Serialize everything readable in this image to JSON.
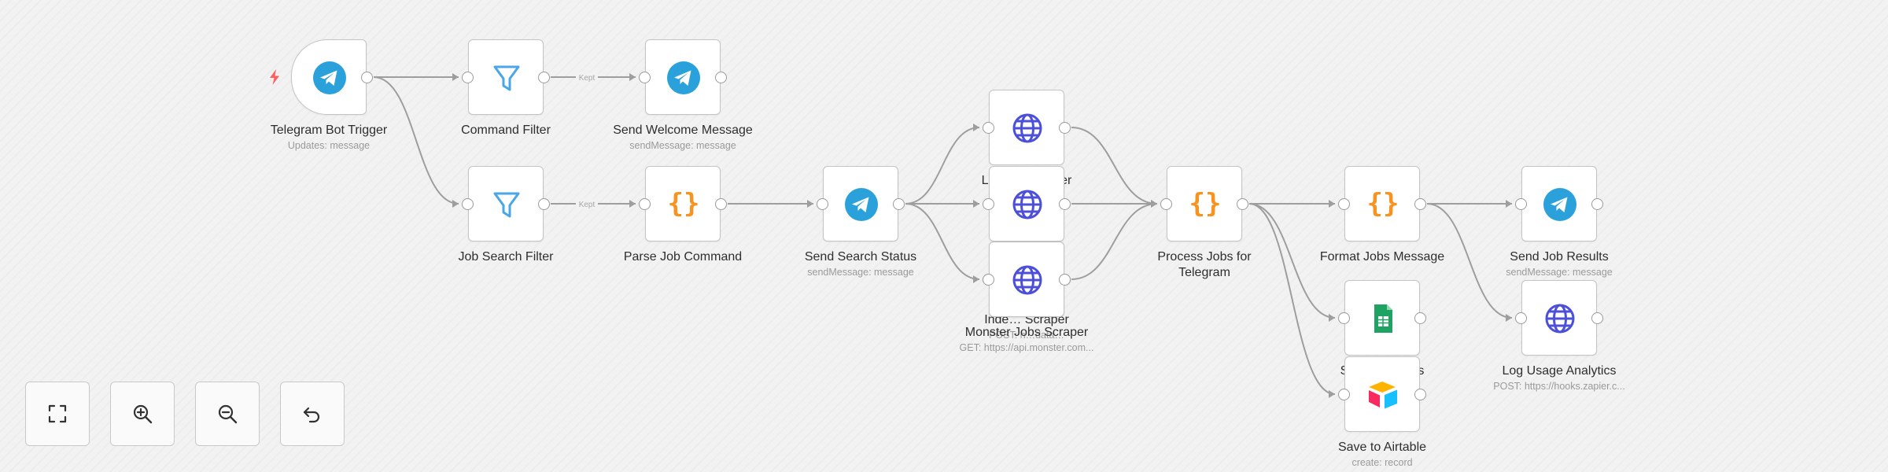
{
  "workflow": {
    "nodes": [
      {
        "id": "telegram-bot-trigger",
        "title": "Telegram Bot Trigger",
        "subtitle": "Updates: message",
        "icon": "telegram-icon",
        "kind": "trigger"
      },
      {
        "id": "command-filter",
        "title": "Command Filter",
        "subtitle": "",
        "icon": "filter-icon",
        "kind": "action"
      },
      {
        "id": "send-welcome-message",
        "title": "Send Welcome Message",
        "subtitle": "sendMessage: message",
        "icon": "telegram-icon",
        "kind": "action"
      },
      {
        "id": "job-search-filter",
        "title": "Job Search Filter",
        "subtitle": "",
        "icon": "filter-icon",
        "kind": "action"
      },
      {
        "id": "parse-job-command",
        "title": "Parse Job Command",
        "subtitle": "",
        "icon": "code-icon",
        "kind": "action"
      },
      {
        "id": "send-search-status",
        "title": "Send Search Status",
        "subtitle": "sendMessage: message",
        "icon": "telegram-icon",
        "kind": "action"
      },
      {
        "id": "linkedin-jobs-scraper",
        "title": "Linke… Scraper",
        "subtitle": "POST: h…data…",
        "icon": "globe-icon",
        "kind": "action"
      },
      {
        "id": "middle-jobs-scraper",
        "title": "",
        "subtitle": "",
        "icon": "globe-icon",
        "kind": "action"
      },
      {
        "id": "indeed-jobs-scraper",
        "title": "Inde… Scraper",
        "subtitle": "POST: h…data…",
        "icon": "globe-icon",
        "kind": "action"
      },
      {
        "id": "monster-jobs-scraper",
        "title": "Monster Jobs Scraper",
        "subtitle": "GET: https://api.monster.com...",
        "icon": "globe-icon",
        "kind": "action"
      },
      {
        "id": "process-jobs-for-telegram",
        "title": "Process Jobs for Telegram",
        "subtitle": "",
        "icon": "code-icon",
        "kind": "action"
      },
      {
        "id": "format-jobs-message",
        "title": "Format Jobs Message",
        "subtitle": "",
        "icon": "code-icon",
        "kind": "action"
      },
      {
        "id": "save-to-google-sheets",
        "title": "Save… Sheets",
        "subtitle": "… sheet",
        "icon": "google-sheets-icon",
        "kind": "action"
      },
      {
        "id": "save-to-airtable",
        "title": "Save to Airtable",
        "subtitle": "create: record",
        "icon": "airtable-icon",
        "kind": "action"
      },
      {
        "id": "send-job-results",
        "title": "Send Job Results",
        "subtitle": "sendMessage: message",
        "icon": "telegram-icon",
        "kind": "action"
      },
      {
        "id": "log-usage-analytics",
        "title": "Log Usage Analytics",
        "subtitle": "POST: https://hooks.zapier.c...",
        "icon": "globe-icon",
        "kind": "action"
      }
    ],
    "edges": [
      {
        "from": "telegram-bot-trigger",
        "to": "command-filter",
        "label": ""
      },
      {
        "from": "telegram-bot-trigger",
        "to": "job-search-filter",
        "label": ""
      },
      {
        "from": "command-filter",
        "to": "send-welcome-message",
        "label": "Kept"
      },
      {
        "from": "job-search-filter",
        "to": "parse-job-command",
        "label": "Kept"
      },
      {
        "from": "parse-job-command",
        "to": "send-search-status",
        "label": ""
      },
      {
        "from": "send-search-status",
        "to": "linkedin-jobs-scraper",
        "label": ""
      },
      {
        "from": "send-search-status",
        "to": "middle-jobs-scraper",
        "label": ""
      },
      {
        "from": "send-search-status",
        "to": "indeed-jobs-scraper",
        "label": ""
      },
      {
        "from": "linkedin-jobs-scraper",
        "to": "process-jobs-for-telegram",
        "label": ""
      },
      {
        "from": "middle-jobs-scraper",
        "to": "process-jobs-for-telegram",
        "label": ""
      },
      {
        "from": "indeed-jobs-scraper",
        "to": "process-jobs-for-telegram",
        "label": ""
      },
      {
        "from": "process-jobs-for-telegram",
        "to": "format-jobs-message",
        "label": ""
      },
      {
        "from": "process-jobs-for-telegram",
        "to": "save-to-google-sheets",
        "label": ""
      },
      {
        "from": "process-jobs-for-telegram",
        "to": "save-to-airtable",
        "label": ""
      },
      {
        "from": "format-jobs-message",
        "to": "send-job-results",
        "label": ""
      },
      {
        "from": "format-jobs-message",
        "to": "log-usage-analytics",
        "label": ""
      }
    ]
  },
  "controls": [
    {
      "id": "zoom-to-fit-button",
      "icon": "fullscreen-icon"
    },
    {
      "id": "zoom-in-button",
      "icon": "zoom-in-icon"
    },
    {
      "id": "zoom-out-button",
      "icon": "zoom-out-icon"
    },
    {
      "id": "undo-button",
      "icon": "undo-icon"
    }
  ],
  "colors": {
    "telegram": "#2aa1da",
    "filter": "#4aa6e8",
    "code": "#f7931e",
    "globe": "#4c4fd8",
    "sheets": "#1ea362",
    "edge": "#9e9e9e",
    "trigger_bolt": "#ff5e5e"
  }
}
